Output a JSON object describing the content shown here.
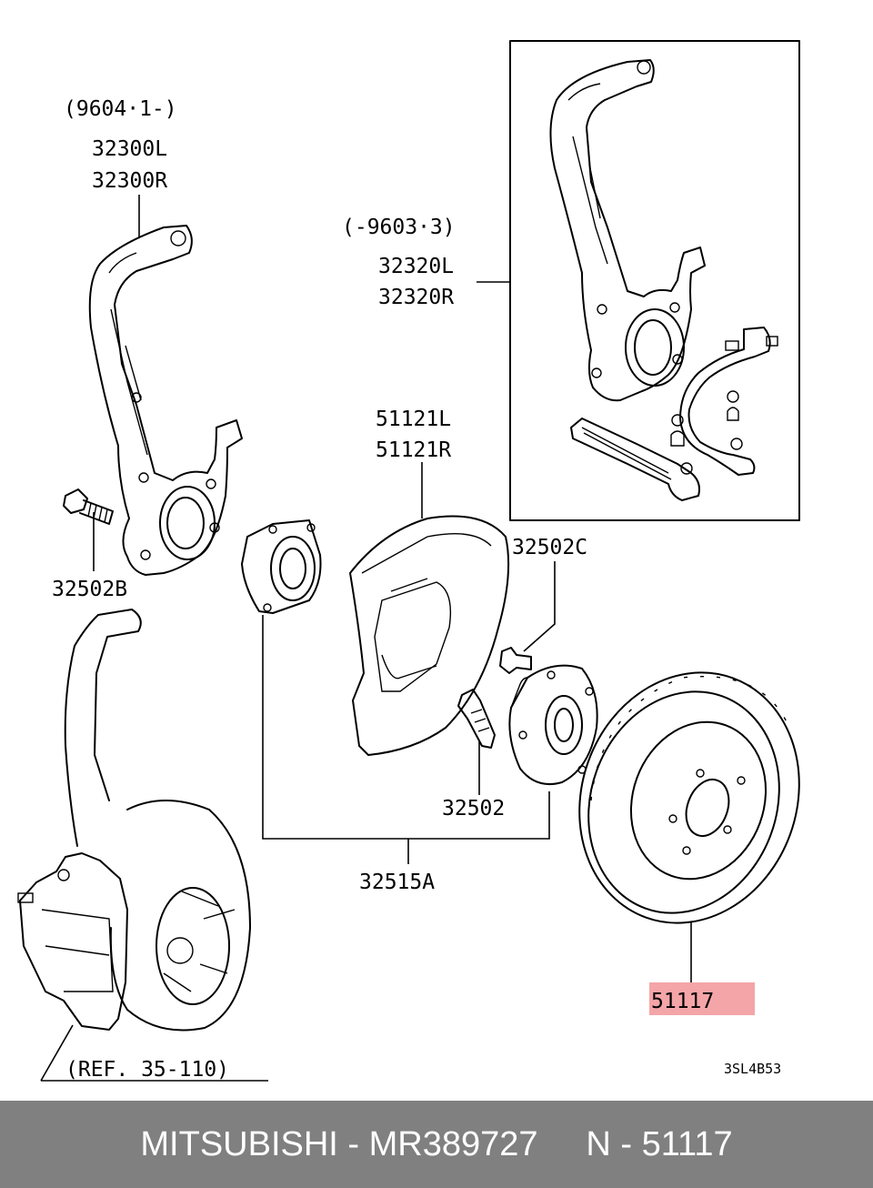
{
  "labels": {
    "knuckle_date": "(9604·1-)",
    "knuckle_left": "32300L",
    "knuckle_right": "32300R",
    "inset_date": "(-9603·3)",
    "inset_left": "32320L",
    "inset_right": "32320R",
    "bolt_b": "32502B",
    "shield_left": "51121L",
    "shield_right": "51121R",
    "bolt_c": "32502C",
    "stud": "32502",
    "hub_assy": "32515A",
    "disc": "51117",
    "reference": "(REF. 35-110)",
    "drawing_code": "3SL4B53"
  },
  "highlight_color": "#f4a5a8",
  "footer": {
    "brand": "MITSUBISHI",
    "separator": " - ",
    "part_number": "MR389727",
    "position_prefix": "N - ",
    "position_number": "51117"
  }
}
